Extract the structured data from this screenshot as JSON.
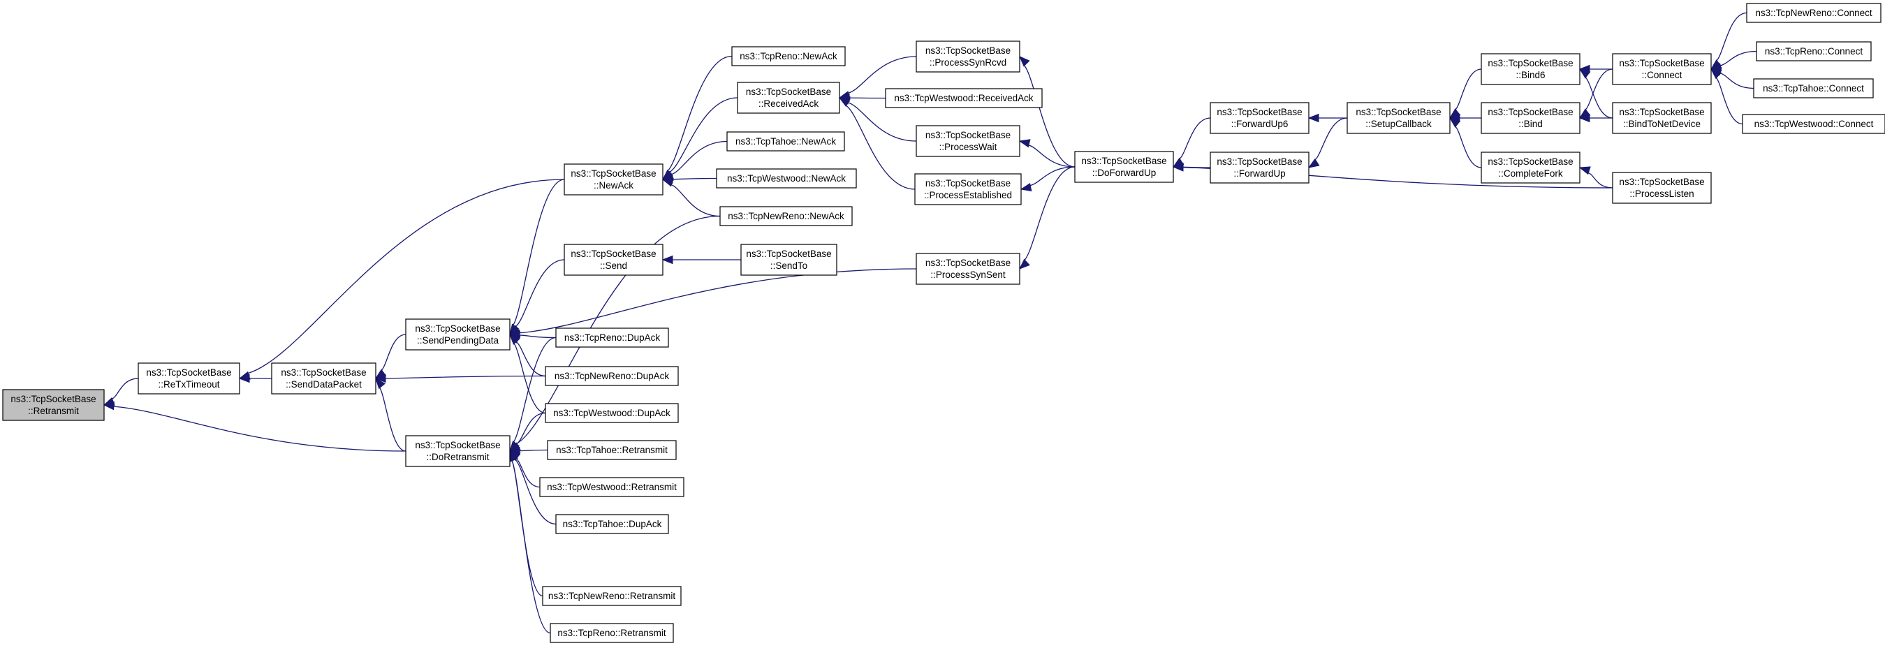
{
  "nodes": [
    {
      "id": "retransmit",
      "lines": [
        "ns3::TcpSocketBase",
        "::Retransmit"
      ],
      "highlight": true,
      "interactable": false
    },
    {
      "id": "retxtimeout",
      "lines": [
        "ns3::TcpSocketBase",
        "::ReTxTimeout"
      ],
      "interactable": true
    },
    {
      "id": "senddatapacket",
      "lines": [
        "ns3::TcpSocketBase",
        "::SendDataPacket"
      ],
      "interactable": true
    },
    {
      "id": "sendpendingdata",
      "lines": [
        "ns3::TcpSocketBase",
        "::SendPendingData"
      ],
      "interactable": true
    },
    {
      "id": "doretransmit",
      "lines": [
        "ns3::TcpSocketBase",
        "::DoRetransmit"
      ],
      "interactable": true
    },
    {
      "id": "newack",
      "lines": [
        "ns3::TcpSocketBase",
        "::NewAck"
      ],
      "interactable": true
    },
    {
      "id": "send",
      "lines": [
        "ns3::TcpSocketBase",
        "::Send"
      ],
      "interactable": true
    },
    {
      "id": "sendto",
      "lines": [
        "ns3::TcpSocketBase",
        "::SendTo"
      ],
      "interactable": true
    },
    {
      "id": "reno_newack",
      "lines": [
        "ns3::TcpReno::NewAck"
      ],
      "interactable": true
    },
    {
      "id": "receivedack",
      "lines": [
        "ns3::TcpSocketBase",
        "::ReceivedAck"
      ],
      "interactable": true
    },
    {
      "id": "tahoe_newack",
      "lines": [
        "ns3::TcpTahoe::NewAck"
      ],
      "interactable": true
    },
    {
      "id": "westwood_newack",
      "lines": [
        "ns3::TcpWestwood::NewAck"
      ],
      "interactable": true
    },
    {
      "id": "newreno_newack",
      "lines": [
        "ns3::TcpNewReno::NewAck"
      ],
      "interactable": true
    },
    {
      "id": "reno_dupack",
      "lines": [
        "ns3::TcpReno::DupAck"
      ],
      "interactable": true
    },
    {
      "id": "newreno_dupack",
      "lines": [
        "ns3::TcpNewReno::DupAck"
      ],
      "interactable": true
    },
    {
      "id": "westwood_dupack",
      "lines": [
        "ns3::TcpWestwood::DupAck"
      ],
      "interactable": true
    },
    {
      "id": "tahoe_retransmit",
      "lines": [
        "ns3::TcpTahoe::Retransmit"
      ],
      "interactable": true
    },
    {
      "id": "westwood_retransmit",
      "lines": [
        "ns3::TcpWestwood::Retransmit"
      ],
      "interactable": true
    },
    {
      "id": "tahoe_dupack",
      "lines": [
        "ns3::TcpTahoe::DupAck"
      ],
      "interactable": true
    },
    {
      "id": "newreno_retransmit",
      "lines": [
        "ns3::TcpNewReno::Retransmit"
      ],
      "interactable": true
    },
    {
      "id": "reno_retransmit",
      "lines": [
        "ns3::TcpReno::Retransmit"
      ],
      "interactable": true
    },
    {
      "id": "processsynrcvd",
      "lines": [
        "ns3::TcpSocketBase",
        "::ProcessSynRcvd"
      ],
      "interactable": true
    },
    {
      "id": "westwood_receivedack",
      "lines": [
        "ns3::TcpWestwood::ReceivedAck"
      ],
      "interactable": true
    },
    {
      "id": "processwait",
      "lines": [
        "ns3::TcpSocketBase",
        "::ProcessWait"
      ],
      "interactable": true
    },
    {
      "id": "processestablished",
      "lines": [
        "ns3::TcpSocketBase",
        "::ProcessEstablished"
      ],
      "interactable": true
    },
    {
      "id": "processsynsent",
      "lines": [
        "ns3::TcpSocketBase",
        "::ProcessSynSent"
      ],
      "interactable": true
    },
    {
      "id": "doforwardup",
      "lines": [
        "ns3::TcpSocketBase",
        "::DoForwardUp"
      ],
      "interactable": true
    },
    {
      "id": "forwardup6",
      "lines": [
        "ns3::TcpSocketBase",
        "::ForwardUp6"
      ],
      "interactable": true
    },
    {
      "id": "forwardup",
      "lines": [
        "ns3::TcpSocketBase",
        "::ForwardUp"
      ],
      "interactable": true
    },
    {
      "id": "setupcallback",
      "lines": [
        "ns3::TcpSocketBase",
        "::SetupCallback"
      ],
      "interactable": true
    },
    {
      "id": "bind6",
      "lines": [
        "ns3::TcpSocketBase",
        "::Bind6"
      ],
      "interactable": true
    },
    {
      "id": "bind",
      "lines": [
        "ns3::TcpSocketBase",
        "::Bind"
      ],
      "interactable": true
    },
    {
      "id": "completefork",
      "lines": [
        "ns3::TcpSocketBase",
        "::CompleteFork"
      ],
      "interactable": true
    },
    {
      "id": "connect",
      "lines": [
        "ns3::TcpSocketBase",
        "::Connect"
      ],
      "interactable": true
    },
    {
      "id": "bindtonetdevice",
      "lines": [
        "ns3::TcpSocketBase",
        "::BindToNetDevice"
      ],
      "interactable": true
    },
    {
      "id": "processlisten",
      "lines": [
        "ns3::TcpSocketBase",
        "::ProcessListen"
      ],
      "interactable": true
    },
    {
      "id": "newreno_connect",
      "lines": [
        "ns3::TcpNewReno::Connect"
      ],
      "interactable": true
    },
    {
      "id": "reno_connect",
      "lines": [
        "ns3::TcpReno::Connect"
      ],
      "interactable": true
    },
    {
      "id": "tahoe_connect",
      "lines": [
        "ns3::TcpTahoe::Connect"
      ],
      "interactable": true
    },
    {
      "id": "westwood_connect",
      "lines": [
        "ns3::TcpWestwood::Connect"
      ],
      "interactable": true
    }
  ],
  "edges": [
    {
      "from": "retxtimeout",
      "to": "retransmit"
    },
    {
      "from": "doretransmit",
      "to": "retransmit"
    },
    {
      "from": "senddatapacket",
      "to": "retxtimeout"
    },
    {
      "from": "newack",
      "to": "retxtimeout"
    },
    {
      "from": "sendpendingdata",
      "to": "senddatapacket"
    },
    {
      "from": "doretransmit",
      "to": "senddatapacket"
    },
    {
      "from": "newreno_dupack",
      "to": "senddatapacket"
    },
    {
      "from": "newack",
      "to": "sendpendingdata"
    },
    {
      "from": "send",
      "to": "sendpendingdata"
    },
    {
      "from": "processsynsent",
      "to": "sendpendingdata"
    },
    {
      "from": "reno_dupack",
      "to": "sendpendingdata"
    },
    {
      "from": "newreno_dupack",
      "to": "sendpendingdata"
    },
    {
      "from": "westwood_dupack",
      "to": "sendpendingdata"
    },
    {
      "from": "reno_dupack",
      "to": "doretransmit"
    },
    {
      "from": "westwood_dupack",
      "to": "doretransmit"
    },
    {
      "from": "tahoe_retransmit",
      "to": "doretransmit"
    },
    {
      "from": "westwood_retransmit",
      "to": "doretransmit"
    },
    {
      "from": "tahoe_dupack",
      "to": "doretransmit"
    },
    {
      "from": "newreno_newack",
      "to": "doretransmit"
    },
    {
      "from": "newreno_retransmit",
      "to": "doretransmit"
    },
    {
      "from": "reno_retransmit",
      "to": "doretransmit"
    },
    {
      "from": "sendto",
      "to": "send"
    },
    {
      "from": "reno_newack",
      "to": "newack"
    },
    {
      "from": "receivedack",
      "to": "newack"
    },
    {
      "from": "tahoe_newack",
      "to": "newack"
    },
    {
      "from": "westwood_newack",
      "to": "newack"
    },
    {
      "from": "newreno_newack",
      "to": "newack"
    },
    {
      "from": "processsynrcvd",
      "to": "receivedack"
    },
    {
      "from": "westwood_receivedack",
      "to": "receivedack"
    },
    {
      "from": "processwait",
      "to": "receivedack"
    },
    {
      "from": "processestablished",
      "to": "receivedack"
    },
    {
      "from": "doforwardup",
      "to": "processsynrcvd"
    },
    {
      "from": "doforwardup",
      "to": "processwait"
    },
    {
      "from": "doforwardup",
      "to": "processestablished"
    },
    {
      "from": "doforwardup",
      "to": "processsynsent"
    },
    {
      "from": "forwardup6",
      "to": "doforwardup"
    },
    {
      "from": "forwardup",
      "to": "doforwardup"
    },
    {
      "from": "processlisten",
      "to": "doforwardup"
    },
    {
      "from": "setupcallback",
      "to": "forwardup6"
    },
    {
      "from": "setupcallback",
      "to": "forwardup"
    },
    {
      "from": "bind6",
      "to": "setupcallback"
    },
    {
      "from": "bind",
      "to": "setupcallback"
    },
    {
      "from": "completefork",
      "to": "setupcallback"
    },
    {
      "from": "connect",
      "to": "bind6"
    },
    {
      "from": "bindtonetdevice",
      "to": "bind6"
    },
    {
      "from": "connect",
      "to": "bind"
    },
    {
      "from": "bindtonetdevice",
      "to": "bind"
    },
    {
      "from": "processlisten",
      "to": "completefork"
    },
    {
      "from": "newreno_connect",
      "to": "connect"
    },
    {
      "from": "reno_connect",
      "to": "connect"
    },
    {
      "from": "tahoe_connect",
      "to": "connect"
    },
    {
      "from": "westwood_connect",
      "to": "connect"
    }
  ],
  "colors": {
    "edge": "#191970",
    "highlight_fill": "#bfbfbf",
    "node_border": "#000000"
  }
}
